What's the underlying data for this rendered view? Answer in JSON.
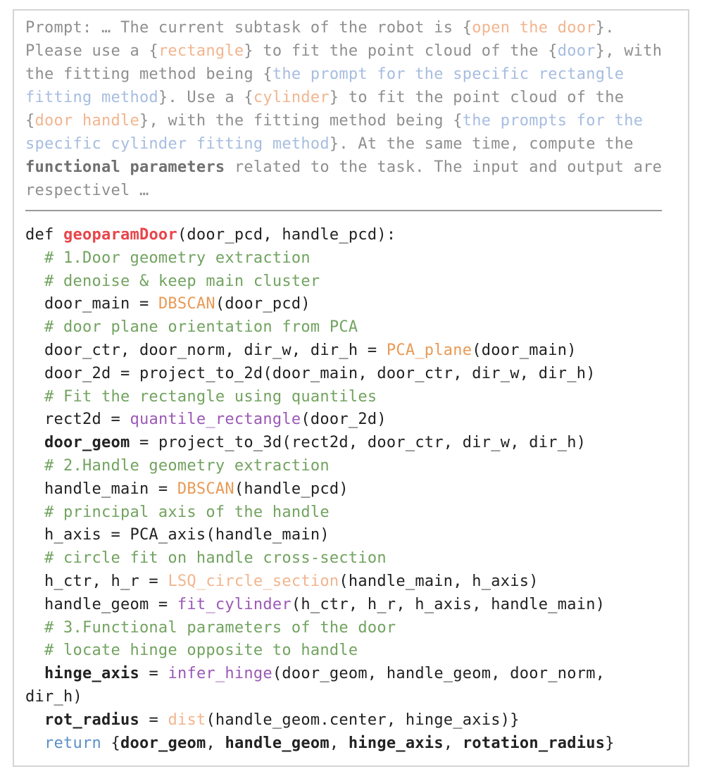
{
  "prompt": {
    "label": "Prompt:",
    "t1": " … The current subtask of the robot is {",
    "subtask": "open the door",
    "t2": "}. Please use a {",
    "shape1": "rectangle",
    "t3": "} to fit the point cloud of the {",
    "object1": "door",
    "t4": "}, with the fitting method being {",
    "method1": "the prompt for the specific rectangle fitting method",
    "t5": "}. Use a {",
    "shape2": "cylinder",
    "t6": "} to fit the point cloud of the {",
    "object2": "door handle",
    "t7": "}, with the fitting method being {",
    "method2": "the prompts for the specific cylinder fitting method",
    "t8": "}. At the same time, compute the ",
    "bold": "functional parameters",
    "t9": " related to the task. The input and output are respectivel …"
  },
  "code": {
    "l1a": "def ",
    "l1b": "geoparamDoor",
    "l1c": "(door_pcd, handle_pcd):",
    "l2": "  # 1.Door geometry extraction",
    "l3": "  # denoise & keep main cluster",
    "l4a": "  door_main = ",
    "l4b": "DBSCAN",
    "l4c": "(door_pcd)",
    "l5": "  # door plane orientation from PCA",
    "l6a": "  door_ctr, door_norm, dir_w, dir_h = ",
    "l6b": "PCA_plane",
    "l6c": "(door_main)",
    "l7": "  door_2d = project_to_2d(door_main, door_ctr, dir_w, dir_h)",
    "l8": "  # Fit the rectangle using quantiles",
    "l9a": "  rect2d = ",
    "l9b": "quantile_rectangle",
    "l9c": "(door_2d)",
    "l10a": "  ",
    "l10b": "door_geom",
    "l10c": " = project_to_3d(rect2d, door_ctr, dir_w, dir_h)",
    "l11": "  # 2.Handle geometry extraction",
    "l12a": "  handle_main = ",
    "l12b": "DBSCAN",
    "l12c": "(handle_pcd)",
    "l13": "  # principal axis of the handle",
    "l14": "  h_axis = PCA_axis(handle_main)",
    "l15": "  # circle fit on handle cross-section",
    "l16a": "  h_ctr, h_r = ",
    "l16b": "LSQ_circle_section",
    "l16c": "(handle_main, h_axis)",
    "l17a": "  handle_geom = ",
    "l17b": "fit_cylinder",
    "l17c": "(h_ctr, h_r, h_axis, handle_main)",
    "l18": "  # 3.Functional parameters of the door",
    "l19": "  # locate hinge opposite to handle",
    "l20a": "  ",
    "l20b": "hinge_axis",
    "l20c": " = ",
    "l20d": "infer_hinge",
    "l20e": "(door_geom, handle_geom, door_norm,",
    "l21": "dir_h)",
    "l22a": "  ",
    "l22b": "rot_radius",
    "l22c": " = ",
    "l22d": "dist",
    "l22e": "(handle_geom.center, hinge_axis)}",
    "l23a": "  ",
    "l23b": "return",
    "l23c": " {",
    "l23d": "door_geom",
    "l23e": ", ",
    "l23f": "handle_geom",
    "l23g": ", ",
    "l23h": "hinge_axis",
    "l23i": ", ",
    "l23j": "rotation_radius",
    "l23k": "}"
  },
  "colors": {
    "prompt_text": "#8f8f8f",
    "highlight_orange": "#f2b58f",
    "highlight_blue": "#a7bde0",
    "function_name": "#e8454a",
    "comment": "#72a360",
    "call_orange": "#e89a55",
    "call_purple": "#9b59b6",
    "keyword": "#5b8fc9"
  }
}
